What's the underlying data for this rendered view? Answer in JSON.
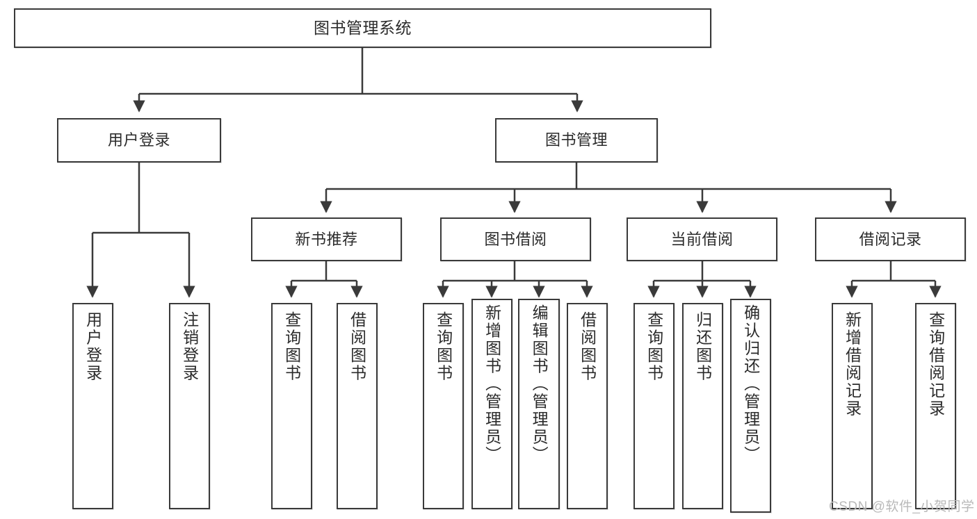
{
  "diagram": {
    "title": "图书管理系统",
    "watermark": "CSDN @软件_小贺同学",
    "accent_color": "#3a3a3a",
    "background_color": "#ffffff",
    "text_color": "#2b2b2b",
    "root": {
      "label": "图书管理系统"
    },
    "level1": [
      {
        "label": "用户登录"
      },
      {
        "label": "图书管理"
      }
    ],
    "level2": [
      {
        "label": "新书推荐"
      },
      {
        "label": "图书借阅"
      },
      {
        "label": "当前借阅"
      },
      {
        "label": "借阅记录"
      }
    ],
    "leaves": {
      "user_login": [
        {
          "label": "用户登录"
        },
        {
          "label": "注销登录"
        }
      ],
      "new_book_recommend": [
        {
          "label": "查询图书"
        },
        {
          "label": "借阅图书"
        }
      ],
      "book_borrow": [
        {
          "label": "查询图书"
        },
        {
          "label": "新增图书（管理员）"
        },
        {
          "label": "编辑图书（管理员）"
        },
        {
          "label": "借阅图书"
        }
      ],
      "current_borrow": [
        {
          "label": "查询图书"
        },
        {
          "label": "归还图书"
        },
        {
          "label": "确认归还（管理员）"
        }
      ],
      "borrow_record": [
        {
          "label": "新增借阅记录"
        },
        {
          "label": "查询借阅记录"
        }
      ]
    }
  }
}
